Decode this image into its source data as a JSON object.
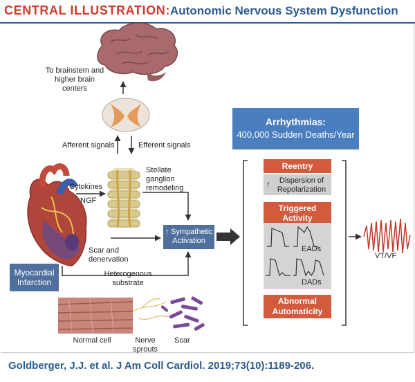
{
  "header": {
    "title_prefix": "CENTRAL ILLUSTRATION:",
    "title": "Autonomic Nervous System Dysfunction"
  },
  "labels": {
    "brain": "To brainstem and higher brain centers",
    "afferent": "Afferent signals",
    "efferent": "Efferent signals",
    "cytokines": "Cytokines",
    "ngf": "NGF",
    "stellate": "Stellate ganglion remodeling",
    "scar_denervation": "Scar and denervation",
    "heterogenous": "Heterogenous substrate",
    "myocardial_infarction": "Myocardial Infarction",
    "sympathetic": "Sympathetic Activation",
    "normal_cell": "Normal cell",
    "nerve_sprouts": "Nerve sprouts",
    "scar": "Scar",
    "vt_vf": "VT/VF"
  },
  "arrhythmias": {
    "title": "Arrhythmias:",
    "subtitle": "400,000 Sudden Deaths/Year",
    "reentry": "Reentry",
    "reentry_detail": "Dispersion of Repolarization",
    "triggered": "Triggered Activity",
    "eads": "EADs",
    "dads": "DADs",
    "abnormal": "Abnormal Automaticity"
  },
  "colors": {
    "title_red": "#cc3d2d",
    "title_blue": "#2b5a8f",
    "box_blue": "#4a7ebf",
    "box_slate": "#4f6f9d",
    "accent_red": "#d35a3c",
    "panel_gray": "#cfcfd1",
    "waveform": "#c0392b"
  },
  "footer": {
    "citation": "Goldberger, J.J. et al. J Am Coll Cardiol. 2019;73(10):1189-206."
  }
}
